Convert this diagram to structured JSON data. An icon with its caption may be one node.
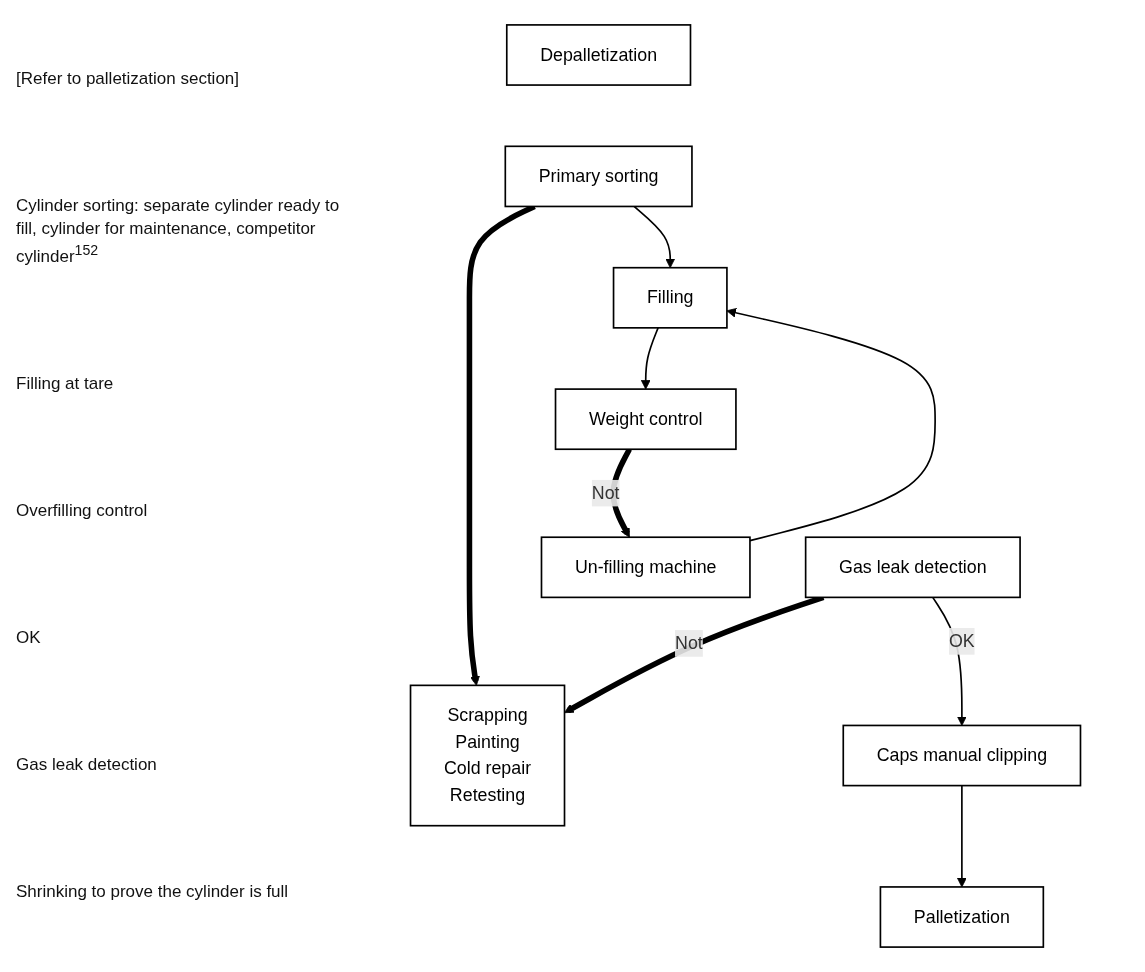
{
  "diagram": {
    "nodes": [
      {
        "text": [
          "Depalletization"
        ]
      },
      {
        "text": [
          "Primary sorting"
        ]
      },
      {
        "text": [
          "Scrapping",
          "Painting",
          "Cold repair",
          "Retesting"
        ]
      },
      {
        "text": [
          "Filling"
        ]
      },
      {
        "text": [
          "Un-filling machine"
        ]
      },
      {
        "text": [
          "Weight control"
        ]
      },
      {
        "text": [
          "Gas leak detection"
        ]
      },
      {
        "text": [
          "Caps manual clipping"
        ]
      },
      {
        "text": [
          "Palletization"
        ]
      }
    ],
    "edges": [
      {
        "from": 1,
        "to": 2,
        "arrow": "to",
        "style": "thick"
      },
      {
        "from": 1,
        "to": 3,
        "arrow": "to"
      },
      {
        "from": 3,
        "to": 5,
        "arrow": "to"
      },
      {
        "from": 5,
        "to": 4,
        "arrow": "to",
        "label": "Not",
        "style": "thick"
      },
      {
        "from": 4,
        "to": 3,
        "arrow": "to"
      },
      {
        "from": 6,
        "to": 2,
        "arrow": "to",
        "label": "Not",
        "style": "thick"
      },
      {
        "from": 6,
        "to": 7,
        "arrow": "to",
        "label": "OK"
      },
      {
        "from": 7,
        "to": 8,
        "arrow": "to"
      }
    ],
    "labels": [
      "[Refer to palletization section]",
      "Cylinder sorting: separate cylinder ready to fill, cylinder for maintenance, competitor cylinder$^{152}$",
      "Filling at tare",
      "Overfilling control",
      "OK",
      "Gas leak detection",
      "Shrinking to prove the cylinder is full"
    ]
  }
}
